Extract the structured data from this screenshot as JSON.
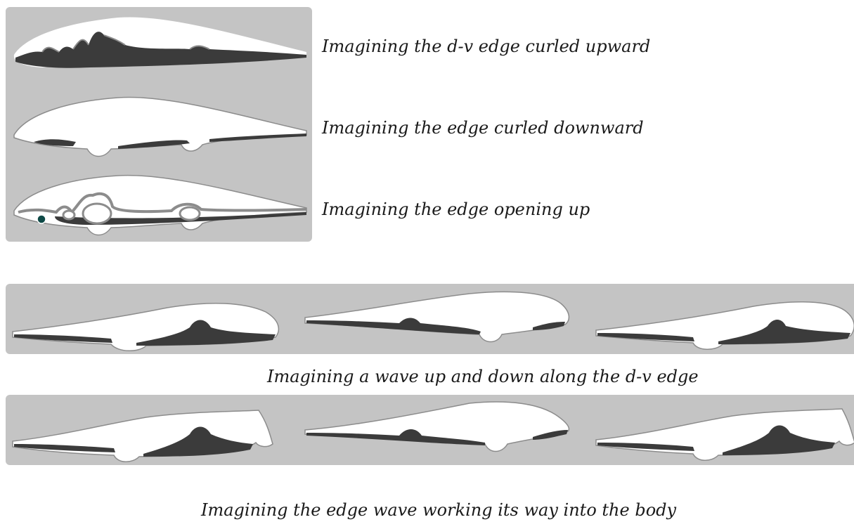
{
  "colors": {
    "panel": "#c4c4c4",
    "body": "#ffffff",
    "shadow": "#3b3b3b",
    "outline": "#8c8c8c",
    "eye": "#0f4a47"
  },
  "captions": {
    "curl_up": "Imagining the d-v edge curled upward",
    "curl_down": "Imagining the edge curled downward",
    "opening": "Imagining the edge opening up",
    "wave": "Imagining a wave up and down along the d-v edge",
    "into_body": "Imagining the edge wave working its way into the body"
  }
}
